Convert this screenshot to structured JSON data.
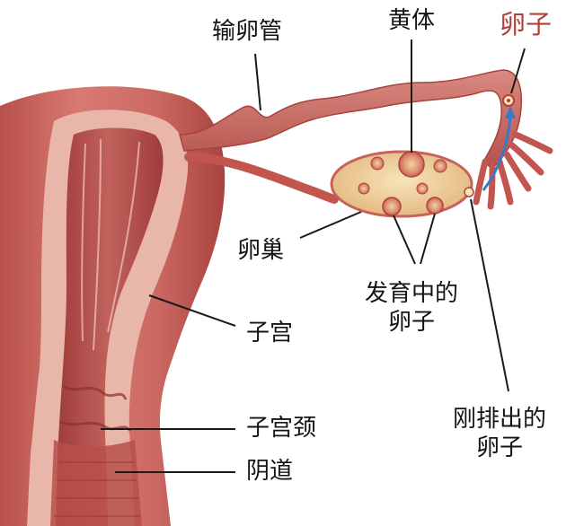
{
  "labels": {
    "fallopian_tube": "输卵管",
    "corpus_luteum": "黄体",
    "egg": "卵子",
    "ovary": "卵巢",
    "developing_egg_line1": "发育中的",
    "developing_egg_line2": "卵子",
    "uterus": "子宫",
    "cervix": "子宫颈",
    "vagina": "阴道",
    "released_egg_line1": "刚排出的",
    "released_egg_line2": "卵子"
  },
  "colors": {
    "tissue": "#cd6660",
    "tissue_dark": "#a7423e",
    "lining": "#e7b2a6",
    "ovary": "#f0d6a0",
    "egg_accent": "#b2413b",
    "arrow": "#3d77c6",
    "leader": "#1a1a1a"
  }
}
